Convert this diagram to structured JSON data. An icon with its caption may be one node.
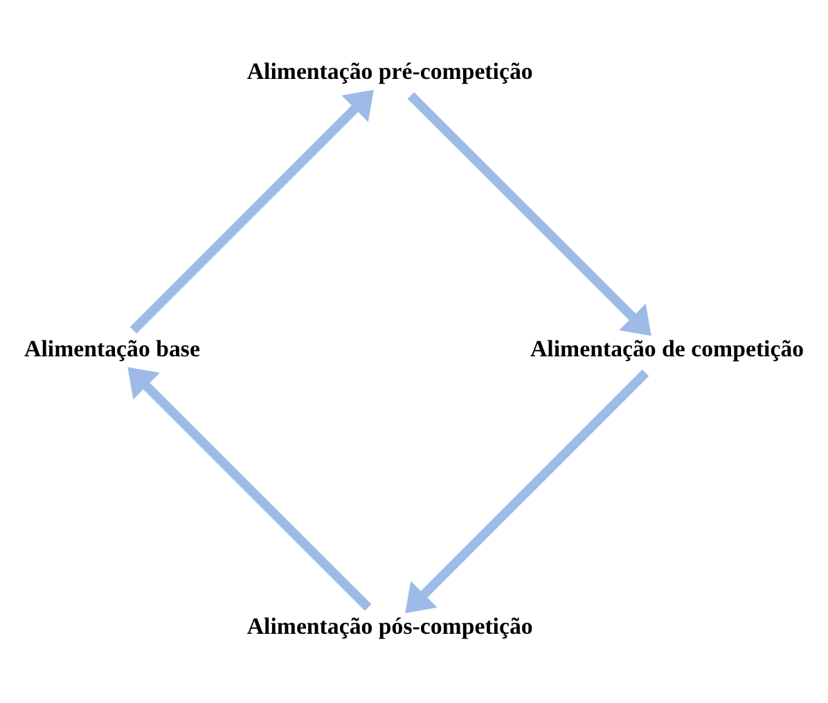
{
  "diagram": {
    "nodes": [
      {
        "text": [
          "Alimentação pós-competição"
        ]
      },
      {
        "text": [
          "Alimentação base"
        ]
      },
      {
        "text": [
          "Alimentação pré-competição"
        ]
      },
      {
        "text": [
          "Alimentação de competição"
        ]
      }
    ],
    "edges": [
      {
        "from": 0,
        "to": 1,
        "arrow": "to"
      },
      {
        "from": 1,
        "to": 2,
        "arrow": "to"
      },
      {
        "from": 2,
        "to": 3,
        "arrow": "to"
      },
      {
        "from": 3,
        "to": 0,
        "arrow": "to"
      }
    ]
  }
}
